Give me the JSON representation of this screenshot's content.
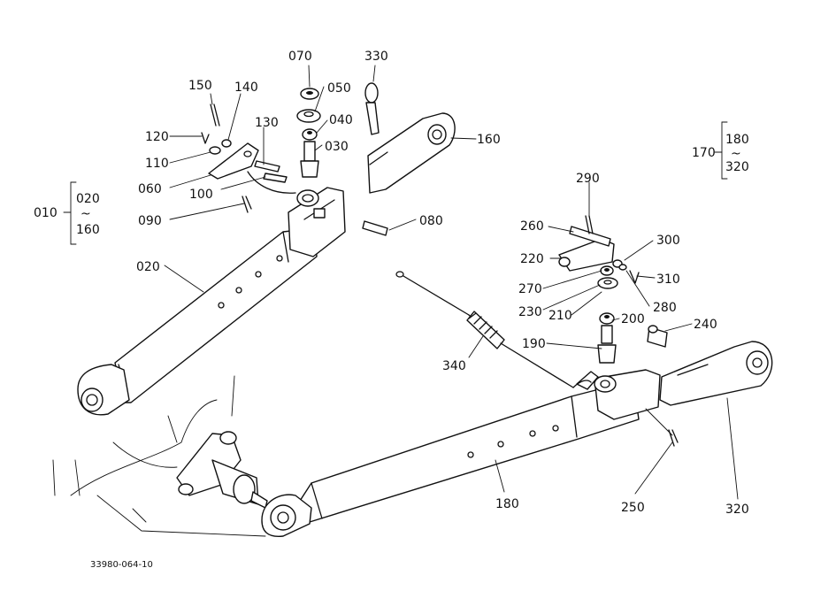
{
  "diagram": {
    "drawing_code": "33980-064-10",
    "colors": {
      "line": "#111111",
      "paper": "#ffffff"
    },
    "groups": {
      "g010": {
        "num": "010",
        "upper": "020",
        "tilde": "~",
        "lower": "160"
      },
      "g170": {
        "num": "170",
        "upper": "180",
        "tilde": "~",
        "lower": "320"
      }
    },
    "callouts": {
      "c070": "070",
      "c330": "330",
      "c150": "150",
      "c140": "140",
      "c050": "050",
      "c040": "040",
      "c030": "030",
      "c130": "130",
      "c120": "120",
      "c110": "110",
      "c160": "160",
      "c060": "060",
      "c100": "100",
      "c090": "090",
      "c080": "080",
      "c020": "020",
      "c290": "290",
      "c260": "260",
      "c300": "300",
      "c220": "220",
      "c310": "310",
      "c270": "270",
      "c230": "230",
      "c280": "280",
      "c210": "210",
      "c200": "200",
      "c240": "240",
      "c190": "190",
      "c340": "340",
      "c180": "180",
      "c250": "250",
      "c320": "320"
    }
  }
}
